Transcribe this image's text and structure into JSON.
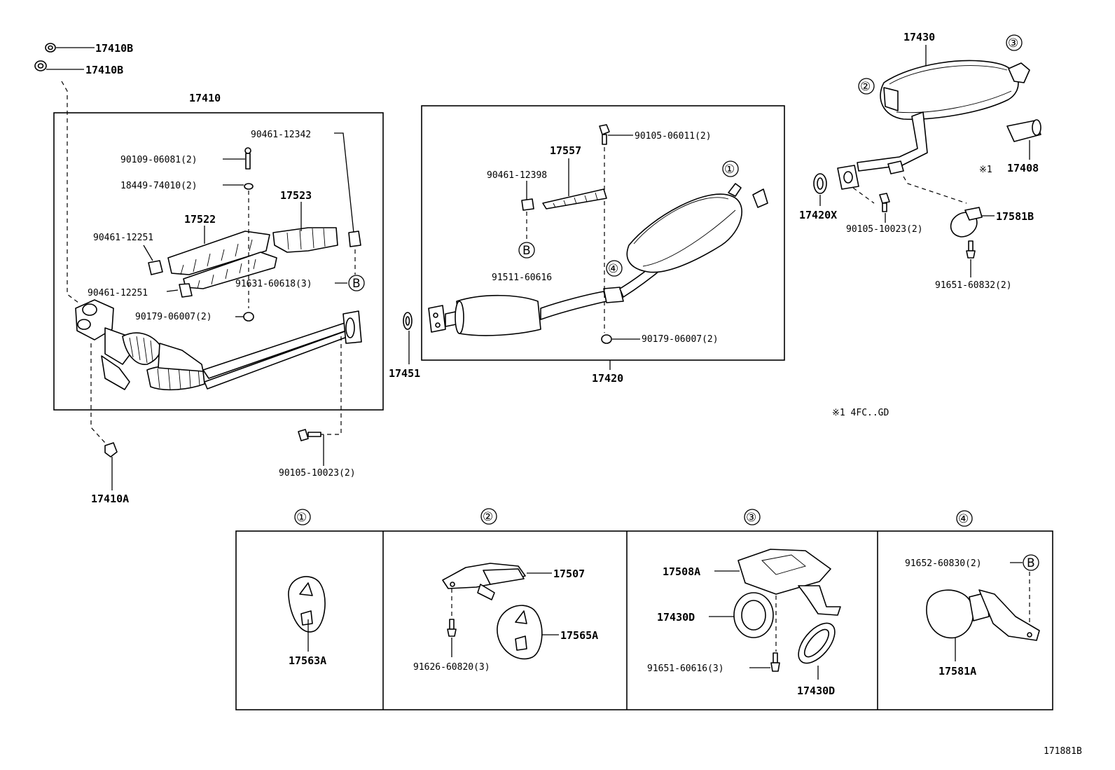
{
  "diagram": {
    "labels": {
      "p17410b_top": "17410B",
      "p17410b_bot": "17410B",
      "p17410": "17410",
      "p90461_12342": "90461-12342",
      "p90109_06081": "90109-06081(2)",
      "p18449_74010": "18449-74010(2)",
      "p17523": "17523",
      "p17522": "17522",
      "p90461_12251_a": "90461-12251",
      "p90461_12251_b": "90461-12251",
      "p91631_60618": "91631-60618(3)",
      "p90179_06007_left": "90179-06007(2)",
      "p90105_10023_left": "90105-10023(2)",
      "p17410a": "17410A",
      "p17451": "17451",
      "p90105_06011": "90105-06011(2)",
      "p17557": "17557",
      "p90461_12398": "90461-12398",
      "p91511_60616": "91511-60616",
      "p90179_06007_mid": "90179-06007(2)",
      "p17420": "17420",
      "p17430": "17430",
      "p17408": "17408",
      "p17420x": "17420X",
      "p90105_10023_right": "90105-10023(2)",
      "p17581b": "17581B",
      "p91651_60832": "91651-60832(2)",
      "p17507": "17507",
      "p17565a": "17565A",
      "p91626_60820": "91626-60820(3)",
      "p17563a": "17563A",
      "p17508a": "17508A",
      "p17430d_a": "17430D",
      "p17430d_b": "17430D",
      "p91651_60616": "91651-60616(3)",
      "p91652_60830": "91652-60830(2)",
      "p17581a": "17581A"
    },
    "callouts": {
      "c1": "①",
      "c2": "②",
      "c3": "③",
      "c4": "④",
      "b": "B",
      "note_mark": "※1"
    },
    "panel_headers": [
      "①",
      "②",
      "③",
      "④"
    ],
    "note": "※1  4FC..GD",
    "figure_id": "171881B"
  }
}
